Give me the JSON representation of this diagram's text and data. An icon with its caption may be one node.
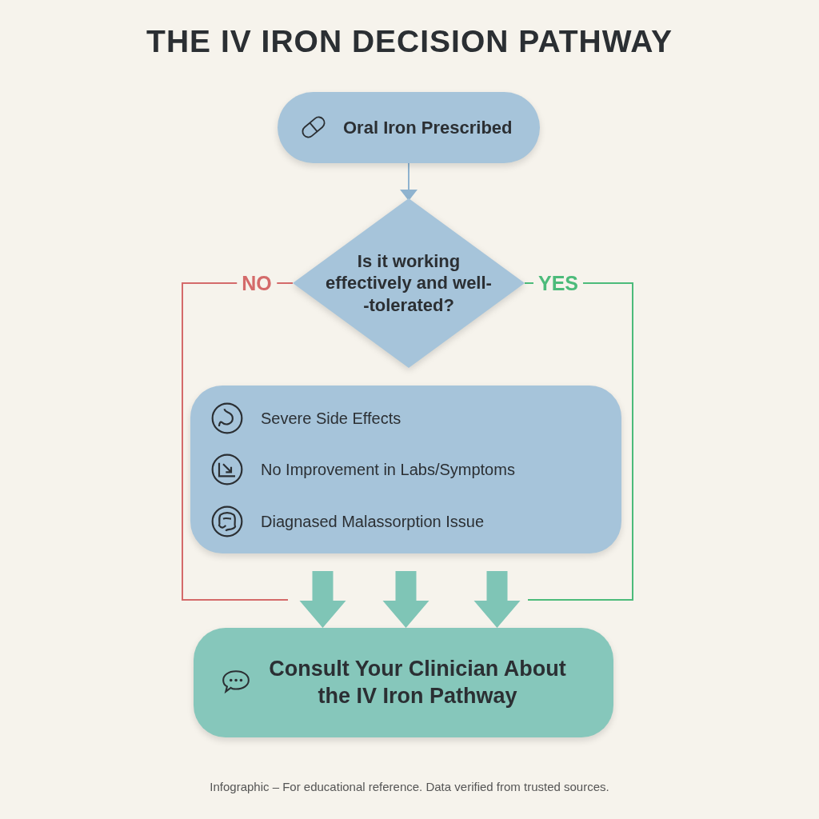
{
  "diagram": {
    "title": "THE IV IRON DECISION PATHWAY",
    "caption": "Infographic – For educational reference. Data verified from trusted sources.",
    "nodes": [
      {
        "text": [
          "Oral Iron Prescribed"
        ]
      },
      {
        "text": [
          "Is it working effectively and well- -tolerated?"
        ]
      },
      {
        "text": [
          "Severe Side Effects",
          "No Improvement in Labs/Symptoms",
          "Diagnased Malassorption Issue"
        ]
      },
      {
        "text": [
          "Consult Your Clinician About the IV Iron Pathway"
        ]
      }
    ],
    "edges": [
      {
        "from": 0,
        "to": 1,
        "arrow": "to",
        "color": "#8fb3cf"
      },
      {
        "from": 1,
        "to": null,
        "arrow": "none",
        "label": "NO",
        "color": "#d46a6a"
      },
      {
        "from": 1,
        "to": null,
        "arrow": "none",
        "label": "YES",
        "color": "#4cbb7a"
      },
      {
        "from": 2,
        "to": 3,
        "arrow": "to",
        "style": "thick"
      },
      {
        "from": 2,
        "to": 3,
        "arrow": "to",
        "style": "thick"
      },
      {
        "from": 2,
        "to": 3,
        "arrow": "to",
        "style": "thick"
      }
    ]
  }
}
